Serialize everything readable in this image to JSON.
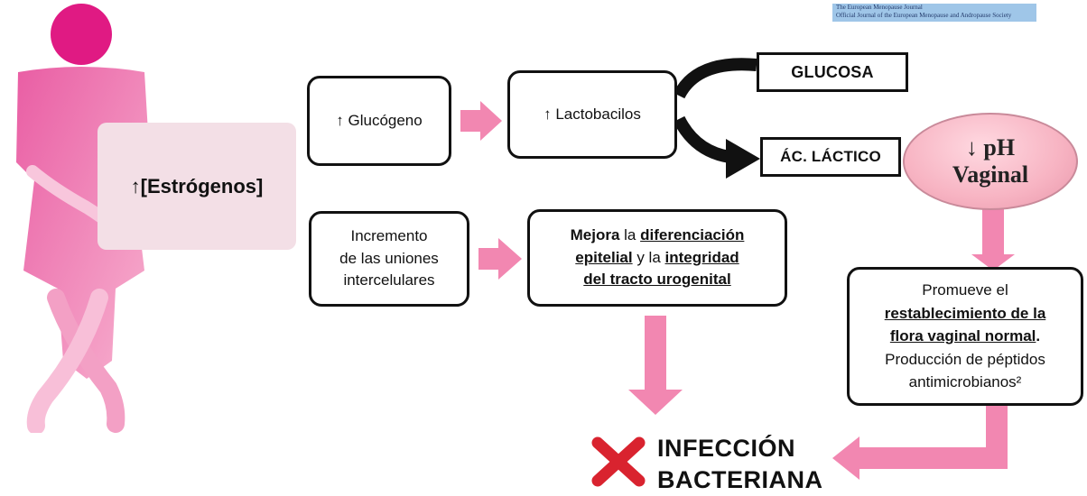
{
  "logo": {
    "line1": "The European Menopause Journal",
    "line2": "Official Journal of the European Menopause and Andropause Society"
  },
  "estrogenos": "↑[Estrógenos]",
  "glucogeno": "↑ Glucógeno",
  "lactobacilos": "↑ Lactobacilos",
  "glucosa": "GLUCOSA",
  "acido_lactico": "ÁC. LÁCTICO",
  "ph": {
    "line1": "↓ pH",
    "line2": "Vaginal"
  },
  "uniones": {
    "line1": "Incremento",
    "line2": "de las uniones",
    "line3": "intercelulares"
  },
  "mejora": {
    "w1": "Mejora",
    "w2": " la ",
    "w3": "diferenciación",
    "w4": "epitelial",
    "w5": " y la ",
    "w6": "integridad",
    "w7": "del tracto urogenital"
  },
  "promueve": {
    "l1": "Promueve el",
    "l2": "restablecimiento de la",
    "l3": "flora vaginal normal",
    "l3b": ".",
    "l4": "Producción de péptidos",
    "l5": "antimicrobianos²"
  },
  "infeccion": {
    "line1": "INFECCIÓN",
    "line2": "BACTERIANA"
  },
  "colors": {
    "pink_arrow": "#f287b1",
    "woman_pink": "#e0479a",
    "woman_head": "#e01a83",
    "estrogen_box": "#f3dfe6",
    "ph_ellipse": "#f7b3c2",
    "x_red": "#d9232f"
  }
}
